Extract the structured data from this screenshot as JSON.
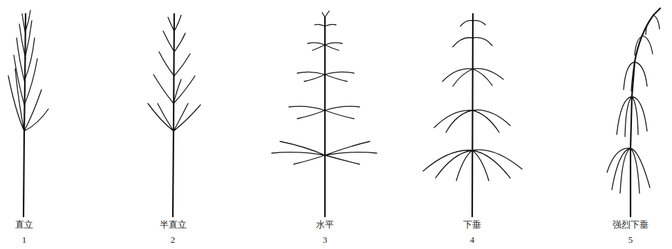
{
  "diagram": {
    "labels": [
      "直立",
      "1",
      "半直立",
      "2",
      "水平",
      "3",
      "下垂",
      "4",
      "强烈下垂",
      "5"
    ]
  }
}
